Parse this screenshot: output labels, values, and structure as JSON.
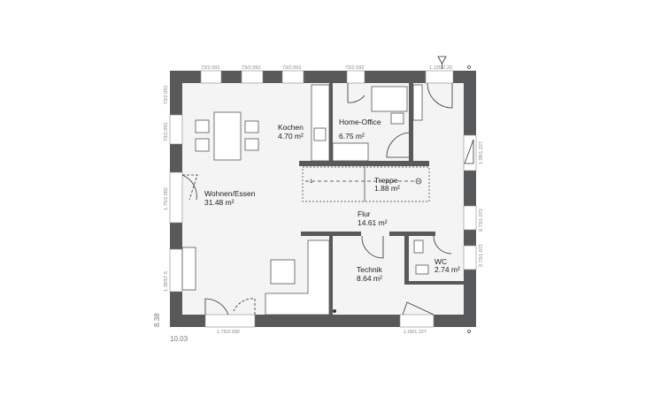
{
  "colors": {
    "wall": "#58595b",
    "floor": "#f4f4f4"
  },
  "rooms": [
    {
      "name": "Kochen",
      "area": "4.70 m²"
    },
    {
      "name": "Home-Office",
      "area": "6.75 m²"
    },
    {
      "name": "Treppe",
      "area": "1.88 m²"
    },
    {
      "name": "Wohnen/Essen",
      "area": "31.48 m²"
    },
    {
      "name": "Flur",
      "area": "14.61 m²"
    },
    {
      "name": "Technik",
      "area": "8.64 m²"
    },
    {
      "name": "WC",
      "area": "2.74 m²"
    }
  ],
  "dimensions": {
    "top": [
      "73/2.092",
      "73/2.092",
      "73/2.092",
      "73/2.092",
      "1.135/2.20"
    ],
    "left": [
      "73/2.092",
      "73/2.092",
      "1.75/2.092",
      "1.38/57.5"
    ],
    "right": [
      "1.09/1.227",
      "0.73/1.072",
      "0.73/1.072"
    ],
    "bottom": [
      "1.75/2.092",
      "1.09/1.227"
    ],
    "overall_width": "10.03",
    "overall_depth": "8.38"
  },
  "stair_marker": "1"
}
